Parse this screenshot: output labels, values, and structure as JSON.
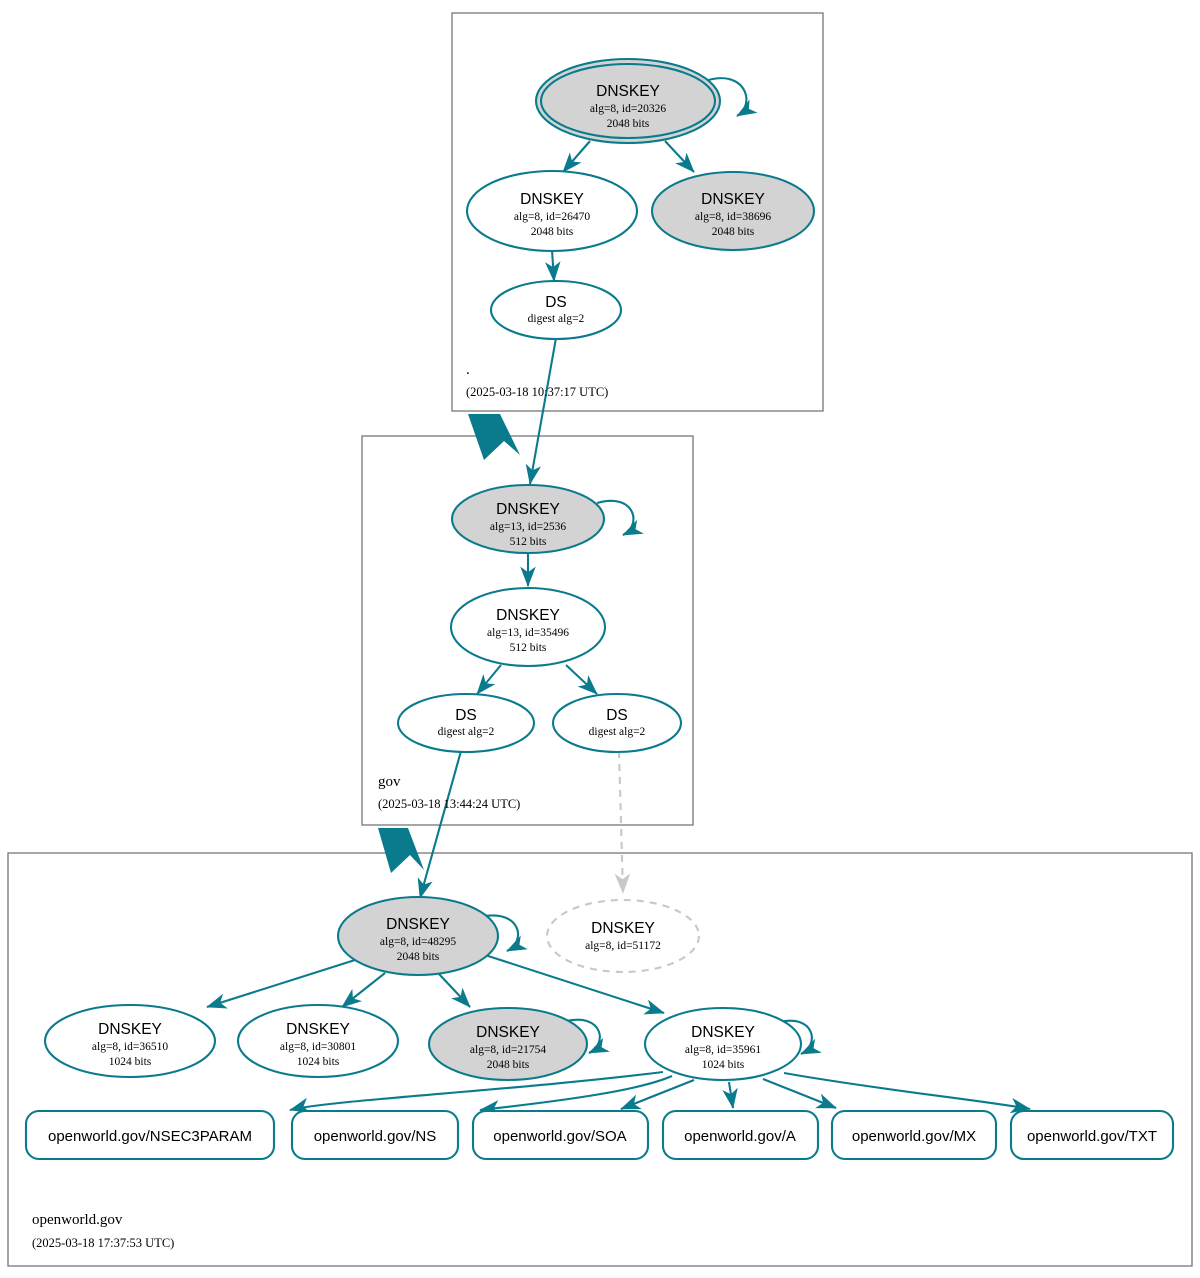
{
  "diagram": {
    "type": "dnssec-authentication-chain",
    "colors": {
      "accent_teal": "#0a7b8c",
      "secure_key_fill": "#d3d3d3",
      "plain_key_fill": "#ffffff",
      "insecure_grey": "#c8c8c8",
      "zone_border": "#808080"
    }
  },
  "zones": [
    {
      "id": "root",
      "label": ".",
      "timestamp": "(2025-03-18 10:37:17 UTC)",
      "nodes": [
        {
          "id": "root-ksk",
          "kind": "DNSKEY",
          "title": "DNSKEY",
          "params": "alg=8, id=20326",
          "bits": "2048 bits",
          "shape": "double-ellipse",
          "fill": "grey",
          "self_signed": true,
          "trust_anchor": true
        },
        {
          "id": "root-zsk",
          "kind": "DNSKEY",
          "title": "DNSKEY",
          "params": "alg=8, id=26470",
          "bits": "2048 bits",
          "shape": "ellipse",
          "fill": "white",
          "self_signed": false,
          "trust_anchor": false
        },
        {
          "id": "root-key-38696",
          "kind": "DNSKEY",
          "title": "DNSKEY",
          "params": "alg=8, id=38696",
          "bits": "2048 bits",
          "shape": "ellipse",
          "fill": "grey",
          "self_signed": false,
          "trust_anchor": false
        },
        {
          "id": "root-ds-gov",
          "kind": "DS",
          "title": "DS",
          "params": "digest alg=2",
          "bits": "",
          "shape": "ellipse",
          "fill": "white",
          "self_signed": false,
          "trust_anchor": false
        }
      ]
    },
    {
      "id": "gov",
      "label": "gov",
      "timestamp": "(2025-03-18 13:44:24 UTC)",
      "nodes": [
        {
          "id": "gov-ksk",
          "kind": "DNSKEY",
          "title": "DNSKEY",
          "params": "alg=13, id=2536",
          "bits": "512 bits",
          "shape": "ellipse",
          "fill": "grey",
          "self_signed": true,
          "trust_anchor": false
        },
        {
          "id": "gov-zsk",
          "kind": "DNSKEY",
          "title": "DNSKEY",
          "params": "alg=13, id=35496",
          "bits": "512 bits",
          "shape": "ellipse",
          "fill": "white",
          "self_signed": false,
          "trust_anchor": false
        },
        {
          "id": "gov-ds-left",
          "kind": "DS",
          "title": "DS",
          "params": "digest alg=2",
          "bits": "",
          "shape": "ellipse",
          "fill": "white",
          "self_signed": false,
          "trust_anchor": false
        },
        {
          "id": "gov-ds-right",
          "kind": "DS",
          "title": "DS",
          "params": "digest alg=2",
          "bits": "",
          "shape": "ellipse",
          "fill": "white",
          "self_signed": false,
          "trust_anchor": false
        }
      ]
    },
    {
      "id": "openworld",
      "label": "openworld.gov",
      "timestamp": "(2025-03-18 17:37:53 UTC)",
      "nodes": [
        {
          "id": "ow-ksk",
          "kind": "DNSKEY",
          "title": "DNSKEY",
          "params": "alg=8, id=48295",
          "bits": "2048 bits",
          "shape": "ellipse",
          "fill": "grey",
          "self_signed": true,
          "trust_anchor": false
        },
        {
          "id": "ow-key-51172",
          "kind": "DNSKEY",
          "title": "DNSKEY",
          "params": "alg=8, id=51172",
          "bits": "",
          "shape": "ellipse-dashed",
          "fill": "white",
          "self_signed": false,
          "trust_anchor": false
        },
        {
          "id": "ow-key-36510",
          "kind": "DNSKEY",
          "title": "DNSKEY",
          "params": "alg=8, id=36510",
          "bits": "1024 bits",
          "shape": "ellipse",
          "fill": "white",
          "self_signed": false,
          "trust_anchor": false
        },
        {
          "id": "ow-key-30801",
          "kind": "DNSKEY",
          "title": "DNSKEY",
          "params": "alg=8, id=30801",
          "bits": "1024 bits",
          "shape": "ellipse",
          "fill": "white",
          "self_signed": false,
          "trust_anchor": false
        },
        {
          "id": "ow-key-21754",
          "kind": "DNSKEY",
          "title": "DNSKEY",
          "params": "alg=8, id=21754",
          "bits": "2048 bits",
          "shape": "ellipse",
          "fill": "grey",
          "self_signed": true,
          "trust_anchor": false
        },
        {
          "id": "ow-key-35961",
          "kind": "DNSKEY",
          "title": "DNSKEY",
          "params": "alg=8, id=35961",
          "bits": "1024 bits",
          "shape": "ellipse",
          "fill": "white",
          "self_signed": true,
          "trust_anchor": false
        }
      ],
      "rrsets": [
        {
          "id": "rr-nsec3param",
          "label": "openworld.gov/NSEC3PARAM"
        },
        {
          "id": "rr-ns",
          "label": "openworld.gov/NS"
        },
        {
          "id": "rr-soa",
          "label": "openworld.gov/SOA"
        },
        {
          "id": "rr-a",
          "label": "openworld.gov/A"
        },
        {
          "id": "rr-mx",
          "label": "openworld.gov/MX"
        },
        {
          "id": "rr-txt",
          "label": "openworld.gov/TXT"
        }
      ]
    }
  ],
  "edges": [
    {
      "from": "root-ksk",
      "to": "root-ksk",
      "style": "teal"
    },
    {
      "from": "root-ksk",
      "to": "root-zsk",
      "style": "teal"
    },
    {
      "from": "root-ksk",
      "to": "root-key-38696",
      "style": "teal"
    },
    {
      "from": "root-zsk",
      "to": "root-ds-gov",
      "style": "teal"
    },
    {
      "from": "root-ds-gov",
      "to": "gov-ksk",
      "style": "teal"
    },
    {
      "from": "gov-ksk",
      "to": "gov-ksk",
      "style": "teal"
    },
    {
      "from": "gov-ksk",
      "to": "gov-zsk",
      "style": "teal"
    },
    {
      "from": "gov-zsk",
      "to": "gov-ds-left",
      "style": "teal"
    },
    {
      "from": "gov-zsk",
      "to": "gov-ds-right",
      "style": "teal"
    },
    {
      "from": "gov-ds-left",
      "to": "ow-ksk",
      "style": "teal"
    },
    {
      "from": "gov-ds-right",
      "to": "ow-key-51172",
      "style": "grey-dashed"
    },
    {
      "from": "ow-ksk",
      "to": "ow-ksk",
      "style": "teal"
    },
    {
      "from": "ow-ksk",
      "to": "ow-key-36510",
      "style": "teal"
    },
    {
      "from": "ow-ksk",
      "to": "ow-key-30801",
      "style": "teal"
    },
    {
      "from": "ow-ksk",
      "to": "ow-key-21754",
      "style": "teal"
    },
    {
      "from": "ow-ksk",
      "to": "ow-key-35961",
      "style": "teal"
    },
    {
      "from": "ow-key-21754",
      "to": "ow-key-21754",
      "style": "teal"
    },
    {
      "from": "ow-key-35961",
      "to": "ow-key-35961",
      "style": "teal"
    },
    {
      "from": "ow-key-35961",
      "to": "rr-nsec3param",
      "style": "teal"
    },
    {
      "from": "ow-key-35961",
      "to": "rr-ns",
      "style": "teal"
    },
    {
      "from": "ow-key-35961",
      "to": "rr-soa",
      "style": "teal"
    },
    {
      "from": "ow-key-35961",
      "to": "rr-a",
      "style": "teal"
    },
    {
      "from": "ow-key-35961",
      "to": "rr-mx",
      "style": "teal"
    },
    {
      "from": "ow-key-35961",
      "to": "rr-txt",
      "style": "teal"
    }
  ]
}
